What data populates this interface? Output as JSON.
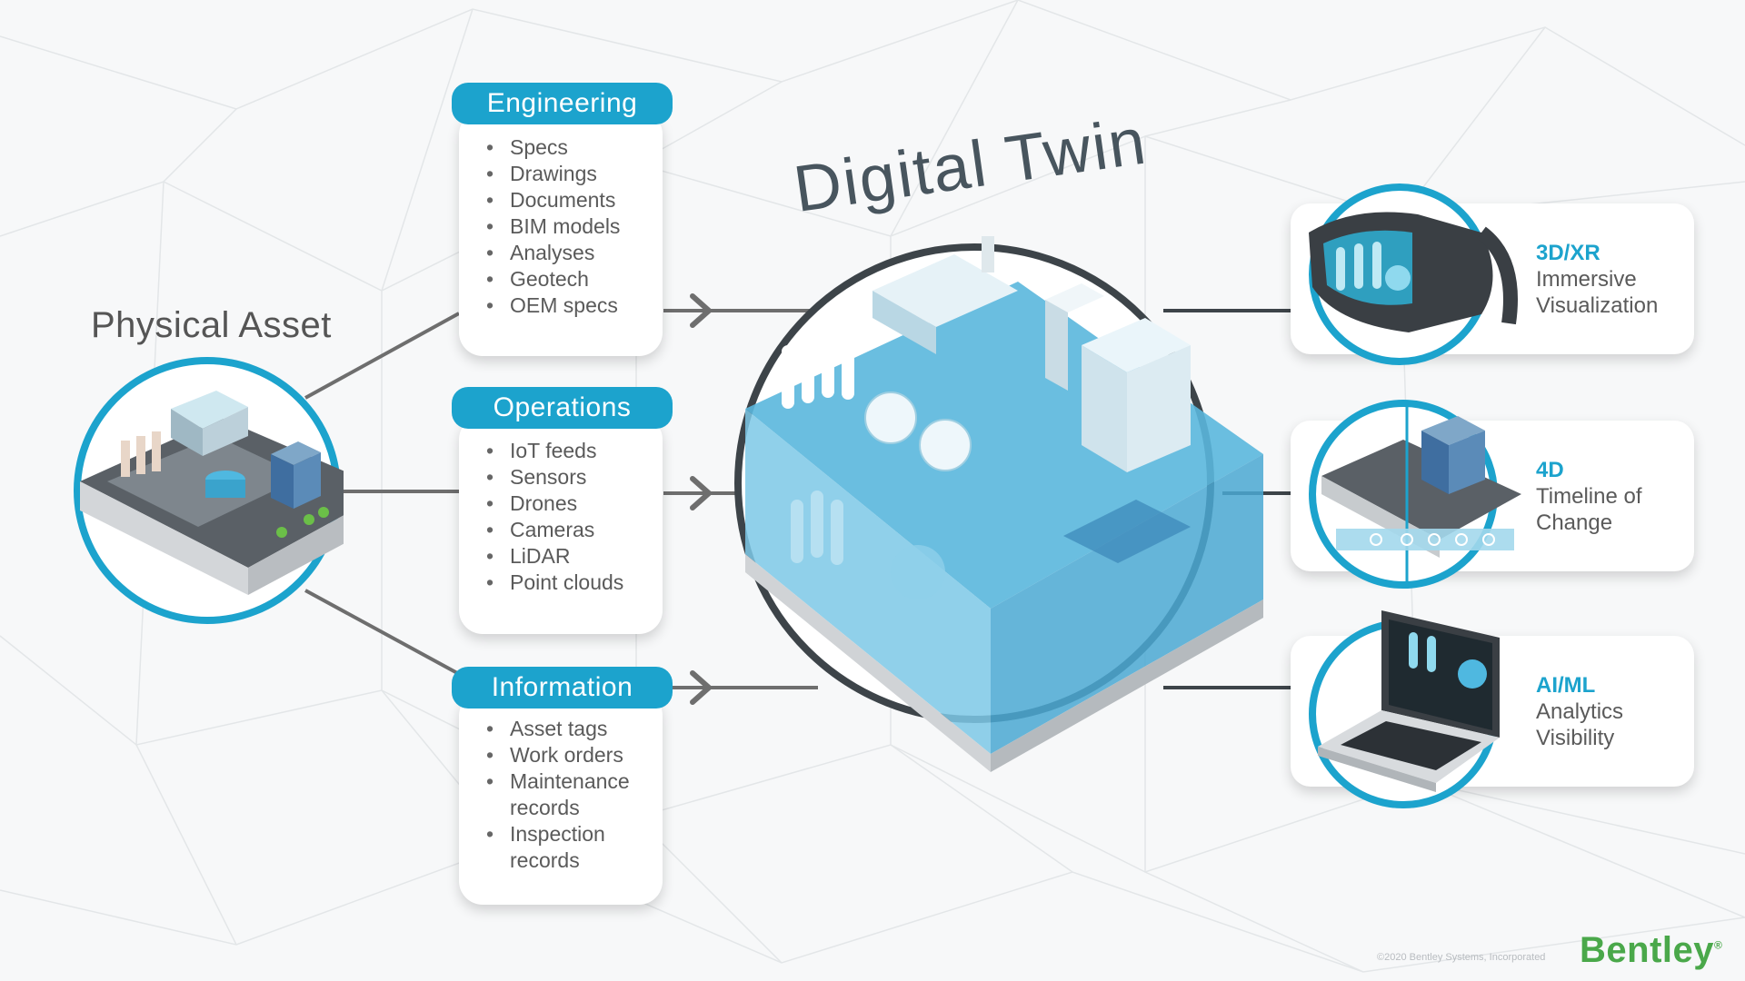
{
  "physical_asset": {
    "title": "Physical Asset"
  },
  "digital_twin": {
    "title": "Digital Twin"
  },
  "sources": [
    {
      "label": "Engineering",
      "items": [
        "Specs",
        "Drawings",
        "Documents",
        "BIM models",
        "Analyses",
        "Geotech",
        "OEM specs"
      ]
    },
    {
      "label": "Operations",
      "items": [
        "IoT feeds",
        "Sensors",
        "Drones",
        "Cameras",
        "LiDAR",
        "Point clouds"
      ]
    },
    {
      "label": "Information",
      "items": [
        "Asset tags",
        "Work orders",
        "Maintenance",
        "records",
        "Inspection",
        "records"
      ]
    }
  ],
  "outputs": [
    {
      "heading": "3D/XR",
      "line1": "Immersive",
      "line2": "Visualization",
      "icon": "vr-headset-icon"
    },
    {
      "heading": "4D",
      "line1": "Timeline of",
      "line2": "Change",
      "icon": "timeline-icon"
    },
    {
      "heading": "AI/ML",
      "line1": "Analytics",
      "line2": "Visibility",
      "icon": "laptop-icon"
    }
  ],
  "bullet_char": "•",
  "footer": {
    "copyright": "©2020 Bentley Systems, Incorporated",
    "logo": "Bentley",
    "logo_mark": "®"
  },
  "colors": {
    "accent": "#1ca3cd",
    "brand_green": "#4aa84a",
    "dark_line": "#3d4449",
    "twin_blue": "#4fb8e0"
  }
}
